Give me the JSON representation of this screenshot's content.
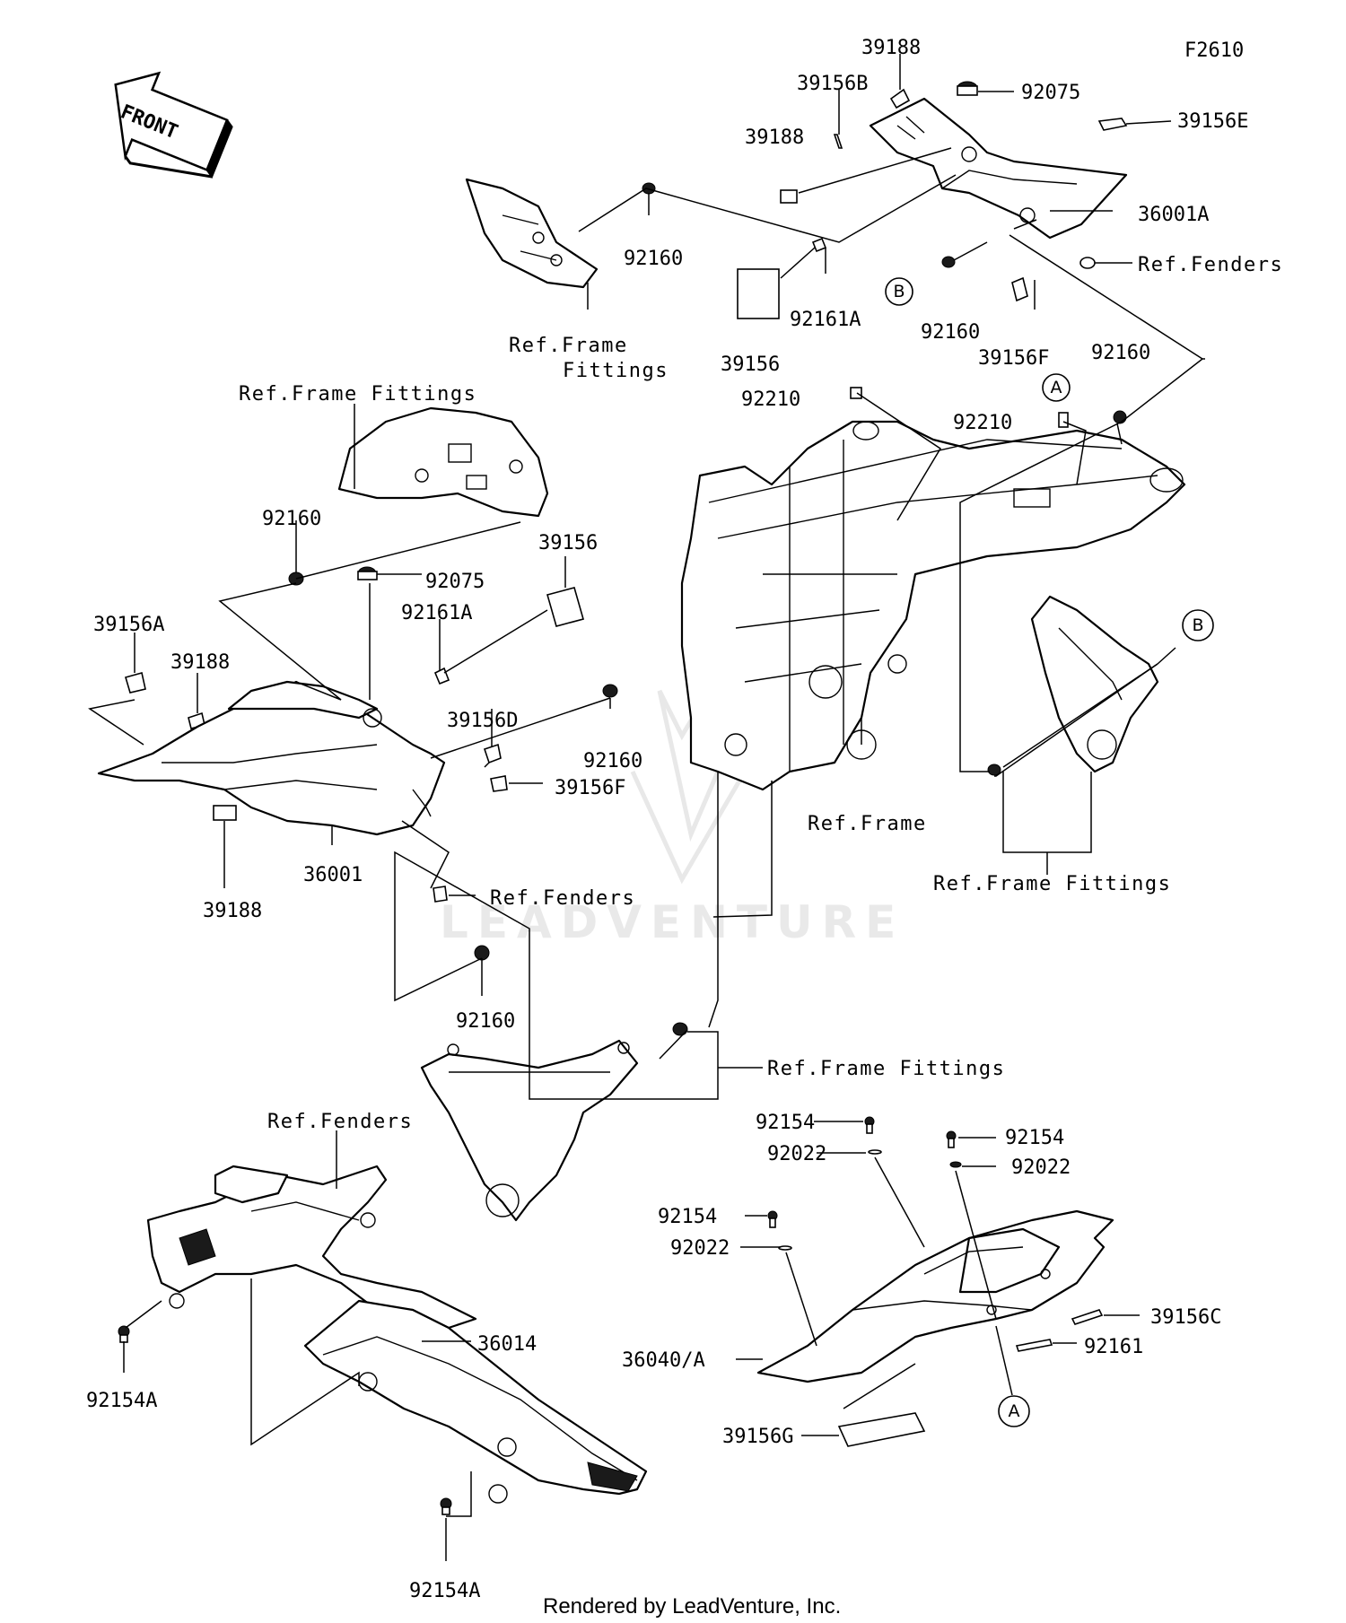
{
  "figure_code": "F2610",
  "direction_label": "FRONT",
  "watermark": "LEADVENTURE",
  "footer": "Rendered by LeadVenture, Inc.",
  "callouts": {
    "a": "A",
    "b": "B"
  },
  "labels": {
    "p39188_top": "39188",
    "p39156B": "39156B",
    "p92075_top": "92075",
    "p39156E": "39156E",
    "p39188_mid": "39188",
    "p36001A": "36001A",
    "p92160_top": "92160",
    "ref_fenders_top": "Ref.Fenders",
    "ref_frame_fittings_l1": "Ref.Frame",
    "ref_frame_fittings_l2": "Fittings",
    "p92161A_top": "92161A",
    "p92160_b": "92160",
    "p39156_top": "39156",
    "p39156F_top": "39156F",
    "p92160_right": "92160",
    "p92210_a": "92210",
    "p92210_b": "92210",
    "ref_frame_fittings_left": "Ref.Frame Fittings",
    "p92160_left": "92160",
    "p92075_left": "92075",
    "p39156_left": "39156",
    "p92161A_left": "92161A",
    "p39156A": "39156A",
    "p39188_left": "39188",
    "p39156D": "39156D",
    "p92160_center": "92160",
    "p39156F_left": "39156F",
    "ref_frame": "Ref.Frame",
    "p36001": "36001",
    "p39188_bottom": "39188",
    "ref_fenders_mid": "Ref.Fenders",
    "ref_frame_fittings_right": "Ref.Frame Fittings",
    "p92160_lower": "92160",
    "ref_frame_fittings_lower": "Ref.Frame Fittings",
    "ref_fenders_bottom": "Ref.Fenders",
    "p92154_a": "92154",
    "p92022_a": "92022",
    "p92154_b": "92154",
    "p92022_b": "92022",
    "p92154_c": "92154",
    "p92022_c": "92022",
    "p39156C": "39156C",
    "p92161": "92161",
    "p36040A": "36040/A",
    "p39156G": "39156G",
    "p36014": "36014",
    "p92154A_left": "92154A",
    "p92154A_bottom": "92154A"
  }
}
